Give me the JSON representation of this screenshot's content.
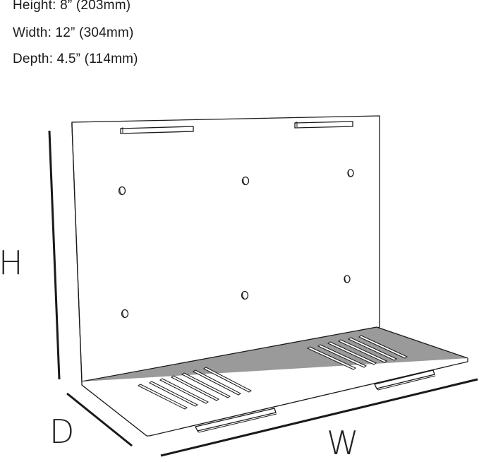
{
  "specs": {
    "height": "Height: 8” (203mm)",
    "width": "Width: 12” (304mm)",
    "depth": "Depth: 4.5” (114mm)"
  },
  "dimension_labels": {
    "height": "H",
    "depth": "D",
    "width": "W"
  },
  "colors": {
    "line": "#1a1a1a",
    "panel": "#ffffff",
    "shelf": "#9a9a9a",
    "slot": "#ffffff"
  }
}
